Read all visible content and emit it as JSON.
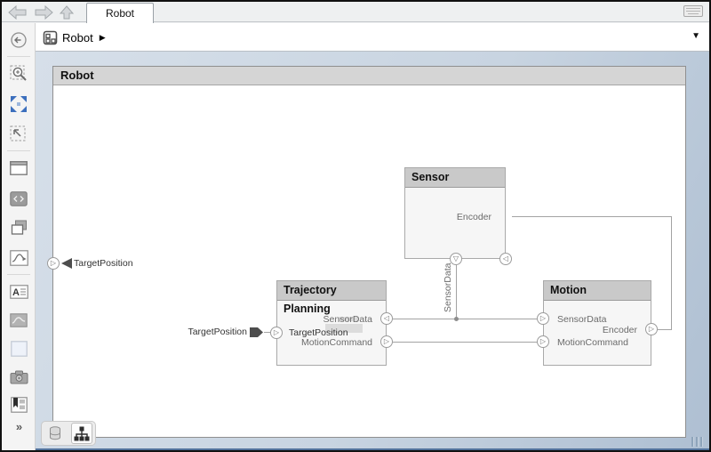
{
  "tab_bar": {
    "active_tab": "Robot",
    "nav_icons": [
      "back-icon",
      "forward-icon",
      "up-icon"
    ],
    "keyboard_toggle_icon": "keyboard-icon"
  },
  "breadcrumb": {
    "title": "Robot",
    "caret": "▶",
    "dropdown_arrow": "▼",
    "component_badge_icon": "component-icon"
  },
  "sidebar": {
    "icons": [
      "navigate-back-icon",
      "zoom-selection-icon",
      "fit-to-view-icon",
      "select-region-icon",
      "window-panel-icon",
      "code-view-icon",
      "copy-icon",
      "signal-line-icon",
      "annotation-icon",
      "image-icon",
      "area-icon",
      "camera-icon",
      "report-icon",
      "more-tools-chevrons"
    ],
    "more_tools_label": "»"
  },
  "diagram": {
    "title": "Robot",
    "boundary_input_label": "TargetPosition",
    "stub_input_label": "TargetPosition",
    "vertical_wire_label": "SensorData",
    "components": [
      {
        "title": "Sensor",
        "ports": {
          "encoder": "Encoder"
        }
      },
      {
        "title": "Trajectory Planning",
        "ports": {
          "target_position": "TargetPosition",
          "sensor_data": "SensorData",
          "motion_command": "MotionCommand"
        }
      },
      {
        "title": "Motion",
        "ports": {
          "sensor_data": "SensorData",
          "motion_command": "MotionCommand",
          "encoder": "Encoder"
        }
      }
    ],
    "port_glyphs": {
      "in_right": "▷",
      "in_left": "◁",
      "down": "▽"
    }
  },
  "view_toggle": {
    "icons": [
      "database-icon",
      "hierarchy-icon"
    ],
    "active": "hierarchy-icon"
  },
  "colors": {
    "canvas_blue": "#c4d1df",
    "header_gray": "#d5d5d5",
    "component_header_gray": "#c9c9c9",
    "fit_view_blue": "#3c6fbd",
    "wire_gray": "#a3a3a3",
    "port_label_gray": "#6b6b6b"
  }
}
